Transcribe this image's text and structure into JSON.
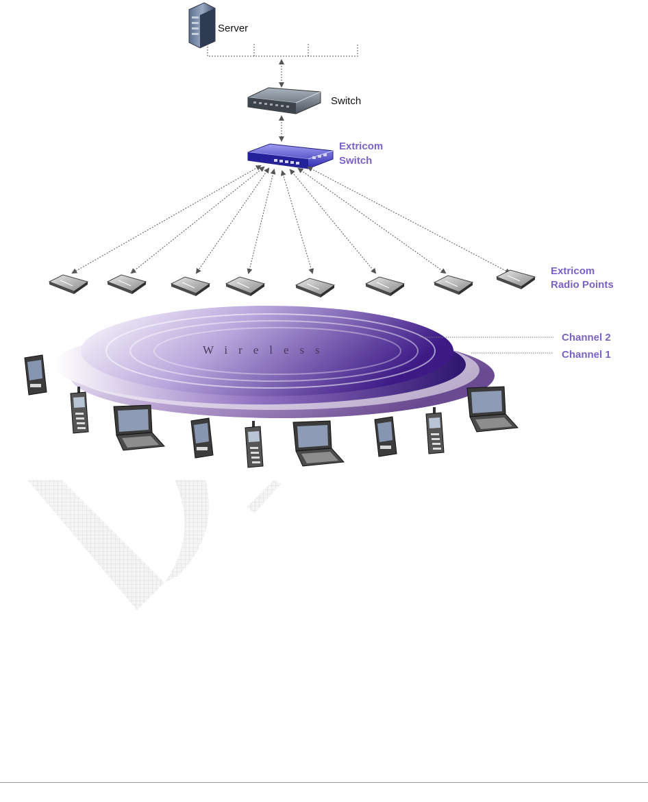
{
  "labels": {
    "server": "Server",
    "switch": "Switch",
    "extricom_switch_line1": "Extricom",
    "extricom_switch_line2": "Switch",
    "radio_points_line1": "Extricom",
    "radio_points_line2": "Radio Points",
    "wireless": "Wireless",
    "channel_2": "Channel 2",
    "channel_1": "Channel 1"
  },
  "colors": {
    "accent_purple": "#7a62c4",
    "disc_dark": "#3d1a86",
    "disc_light": "#ffffff",
    "watermark": "#e0e0e0"
  },
  "icons": {
    "server": "server-tower-icon",
    "switch": "network-switch-icon",
    "extricom_switch": "extricom-switch-icon",
    "radio_point": "radio-point-icon",
    "pda": "pda-icon",
    "phone": "mobile-phone-icon",
    "laptop": "laptop-icon"
  }
}
